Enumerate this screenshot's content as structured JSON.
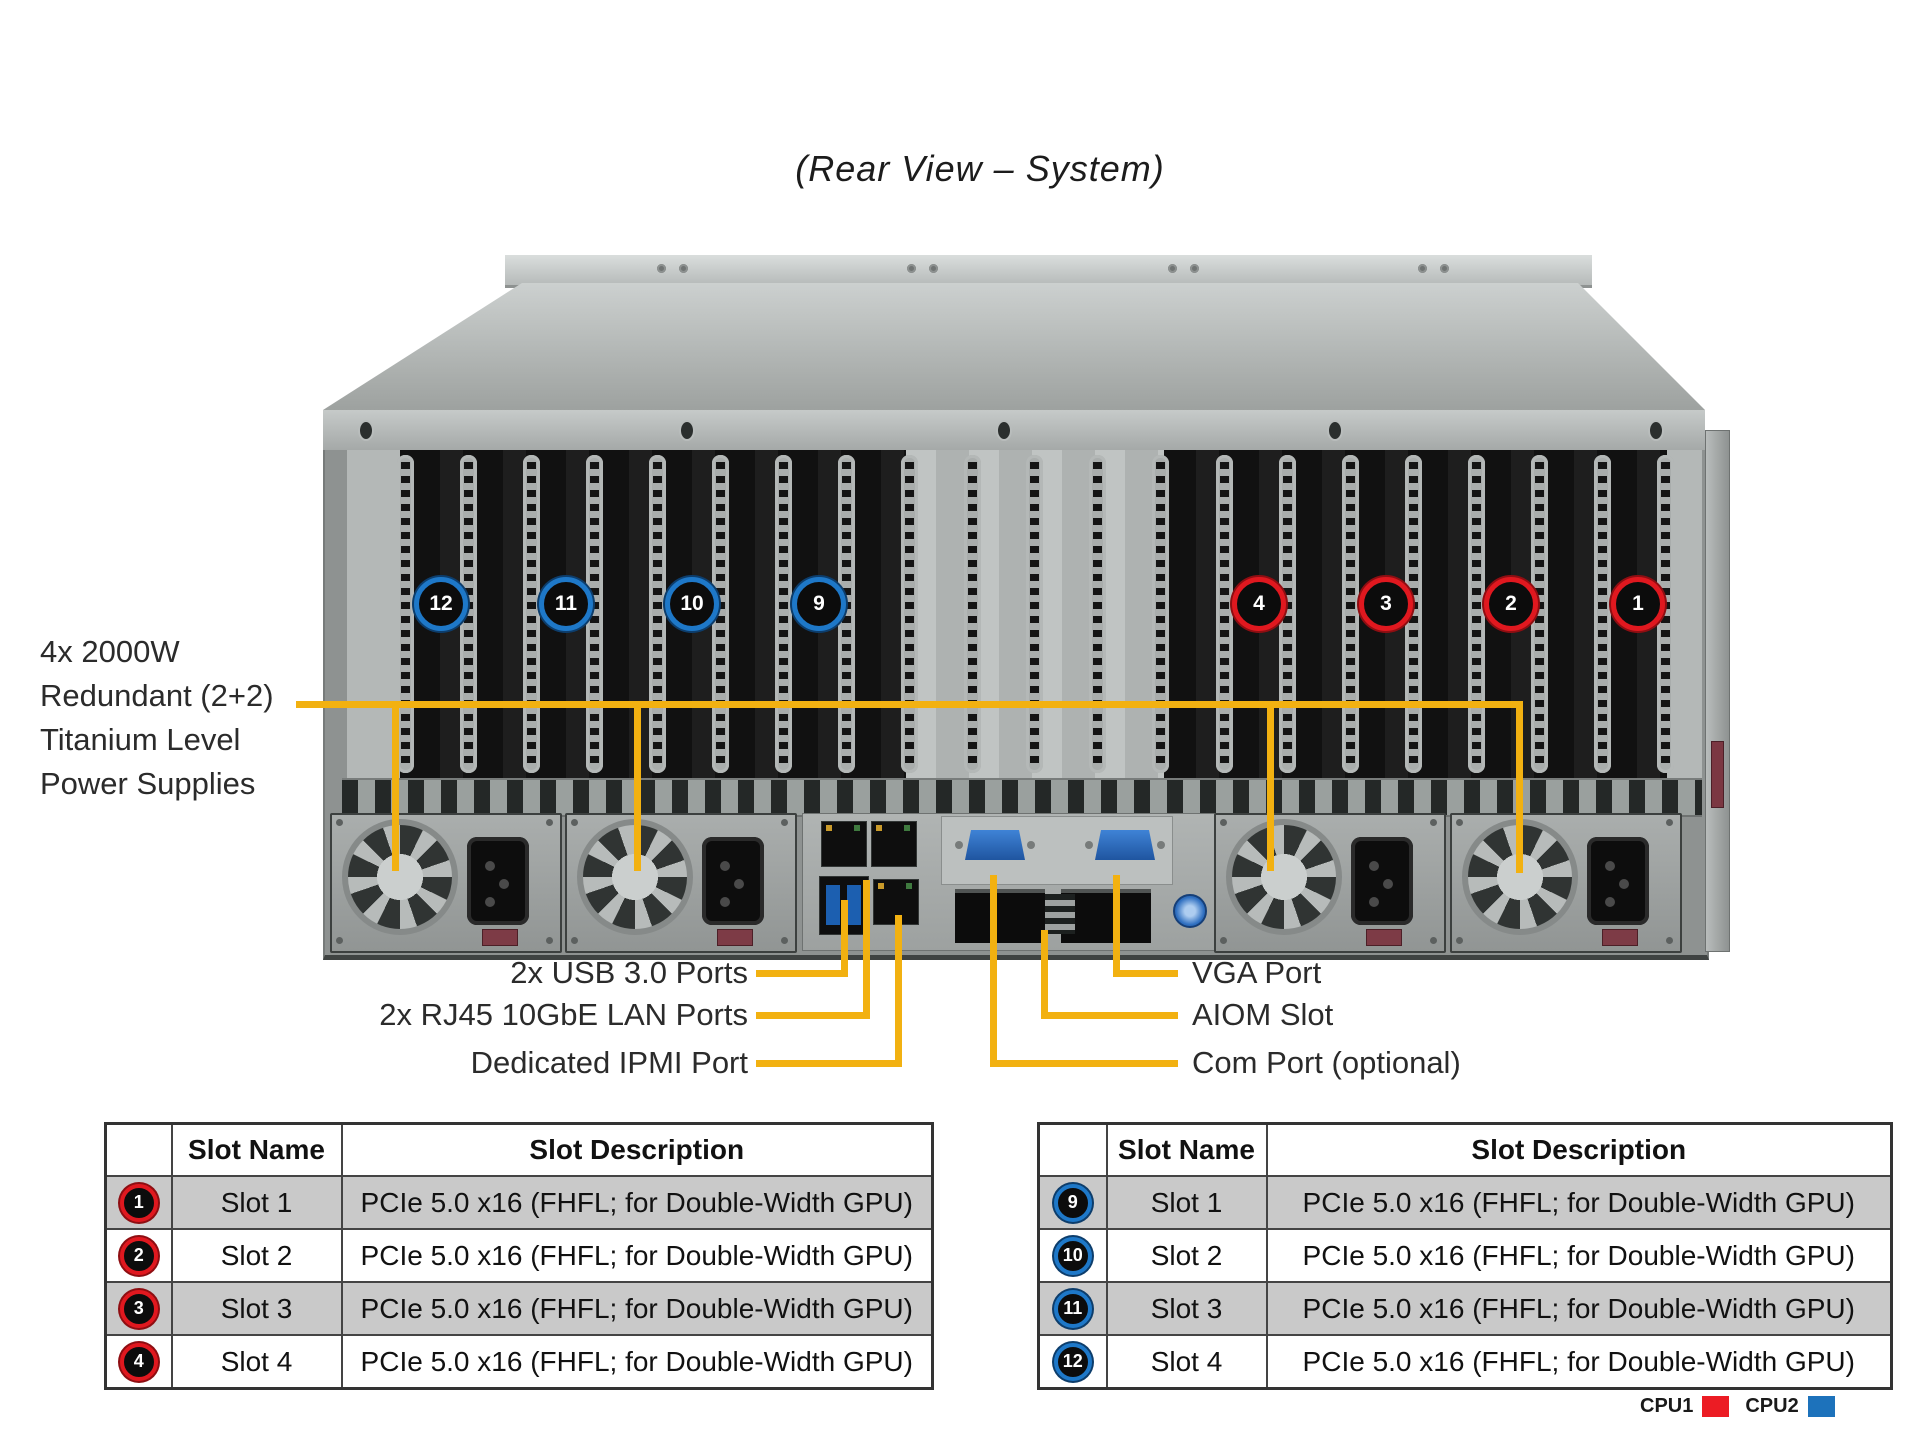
{
  "title": "(Rear View – System)",
  "psu_label": {
    "lines": [
      "4x 2000W",
      "Redundant (2+2)",
      "Titanium Level",
      "Power Supplies"
    ]
  },
  "callouts": {
    "left": [
      "2x USB 3.0 Ports",
      "2x RJ45 10GbE LAN Ports",
      "Dedicated IPMI Port"
    ],
    "right": [
      "VGA Port",
      "AIOM Slot",
      "Com Port (optional)"
    ]
  },
  "slot_markers": {
    "blue": [
      "12",
      "11",
      "10",
      "9"
    ],
    "red": [
      "4",
      "3",
      "2",
      "1"
    ]
  },
  "tables": {
    "left": {
      "headers": [
        "Slot Name",
        "Slot Description"
      ],
      "rows": [
        {
          "num": "1",
          "name": "Slot 1",
          "desc": "PCIe 5.0 x16 (FHFL; for Double-Width GPU)"
        },
        {
          "num": "2",
          "name": "Slot 2",
          "desc": "PCIe 5.0 x16 (FHFL; for Double-Width GPU)"
        },
        {
          "num": "3",
          "name": "Slot 3",
          "desc": "PCIe 5.0 x16 (FHFL; for Double-Width GPU)"
        },
        {
          "num": "4",
          "name": "Slot 4",
          "desc": "PCIe 5.0 x16 (FHFL; for Double-Width GPU)"
        }
      ]
    },
    "right": {
      "headers": [
        "Slot Name",
        "Slot Description"
      ],
      "rows": [
        {
          "num": "9",
          "name": "Slot 1",
          "desc": "PCIe 5.0 x16 (FHFL; for Double-Width GPU)"
        },
        {
          "num": "10",
          "name": "Slot 2",
          "desc": "PCIe 5.0 x16 (FHFL; for Double-Width GPU)"
        },
        {
          "num": "11",
          "name": "Slot 3",
          "desc": "PCIe 5.0 x16 (FHFL; for Double-Width GPU)"
        },
        {
          "num": "12",
          "name": "Slot 4",
          "desc": "PCIe 5.0 x16 (FHFL; for Double-Width GPU)"
        }
      ]
    }
  },
  "legend": {
    "items": [
      {
        "label": "CPU1",
        "color": "#ec1c24"
      },
      {
        "label": "CPU2",
        "color": "#1d72bb"
      }
    ]
  },
  "colors": {
    "callout_yellow": "#f2b111",
    "slot_red": "#e0181f",
    "slot_blue": "#1e78c8"
  }
}
